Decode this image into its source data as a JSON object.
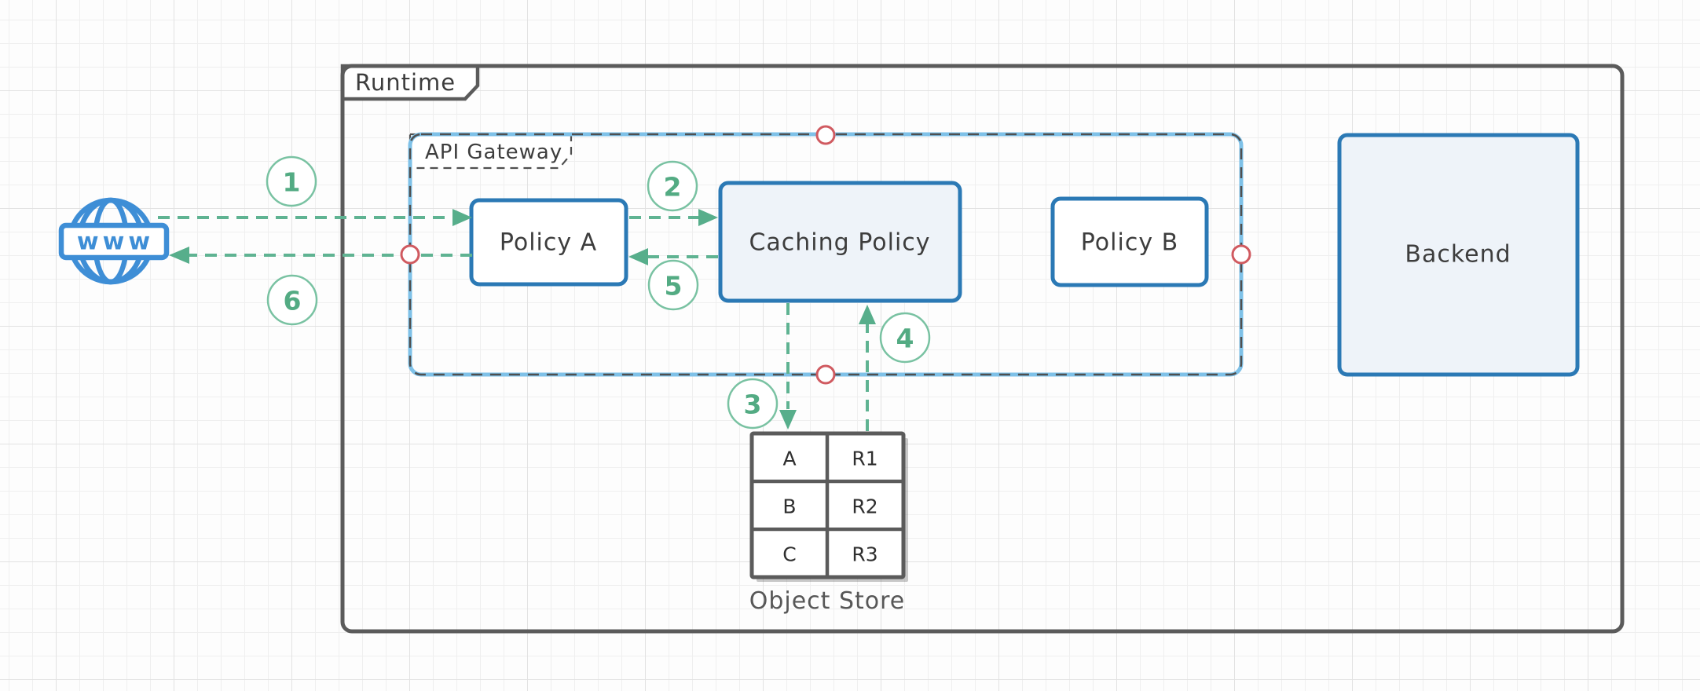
{
  "diagram": {
    "runtime": {
      "label": "Runtime"
    },
    "api_gateway": {
      "label": "API Gateway"
    },
    "nodes": {
      "www": {
        "label": "www"
      },
      "policy_a": {
        "label": "Policy A"
      },
      "caching_policy": {
        "label": "Caching Policy"
      },
      "policy_b": {
        "label": "Policy B"
      },
      "backend": {
        "label": "Backend"
      }
    },
    "object_store": {
      "label": "Object Store",
      "rows": [
        {
          "key": "A",
          "value": "R1"
        },
        {
          "key": "B",
          "value": "R2"
        },
        {
          "key": "C",
          "value": "R3"
        }
      ]
    },
    "steps": [
      {
        "n": "1"
      },
      {
        "n": "2"
      },
      {
        "n": "3"
      },
      {
        "n": "4"
      },
      {
        "n": "5"
      },
      {
        "n": "6"
      }
    ],
    "colors": {
      "node_stroke_blue": "#2b79b5",
      "node_fill_light_blue": "#eef3f9",
      "gateway_border_blue": "#7ec1e8",
      "flow_green": "#5fb392",
      "step_number_green": "#53ab83",
      "connection_point_red": "#d05a60",
      "frame_gray": "#5b5b5b",
      "globe_blue": "#3e8ed6"
    }
  }
}
